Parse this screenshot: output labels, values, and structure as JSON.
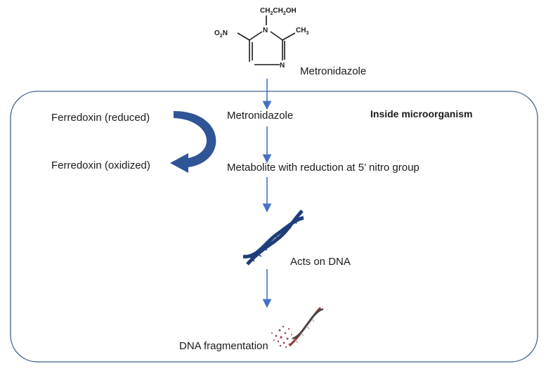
{
  "drug_name_top": "Metronidazole",
  "box_label": "Inside microorganism",
  "ferredoxin": {
    "reduced": "Ferredoxin (reduced)",
    "oxidized": "Ferredoxin (oxidized)"
  },
  "steps": [
    "Metronidazole",
    "Metabolite with reduction at 5’ nitro group",
    "Acts on DNA",
    "DNA fragmentation"
  ],
  "structure": {
    "substituent_top_1": "CH",
    "substituent_top_sub_1": "2",
    "substituent_top_2": "CH",
    "substituent_top_sub_2": "2",
    "substituent_top_3": "OH",
    "ring_n1": "N",
    "ring_n3": "N",
    "nitro": "O",
    "nitro_sub": "2",
    "nitro_n": "N",
    "methyl": "CH",
    "methyl_sub": "3"
  },
  "colors": {
    "arrow": "#4472c4",
    "curved_arrow": "#2f5597",
    "dna_blue": "#1f3d7a",
    "dna_fragment": "#8b3a3a",
    "box_border": "#3f5f8f"
  }
}
